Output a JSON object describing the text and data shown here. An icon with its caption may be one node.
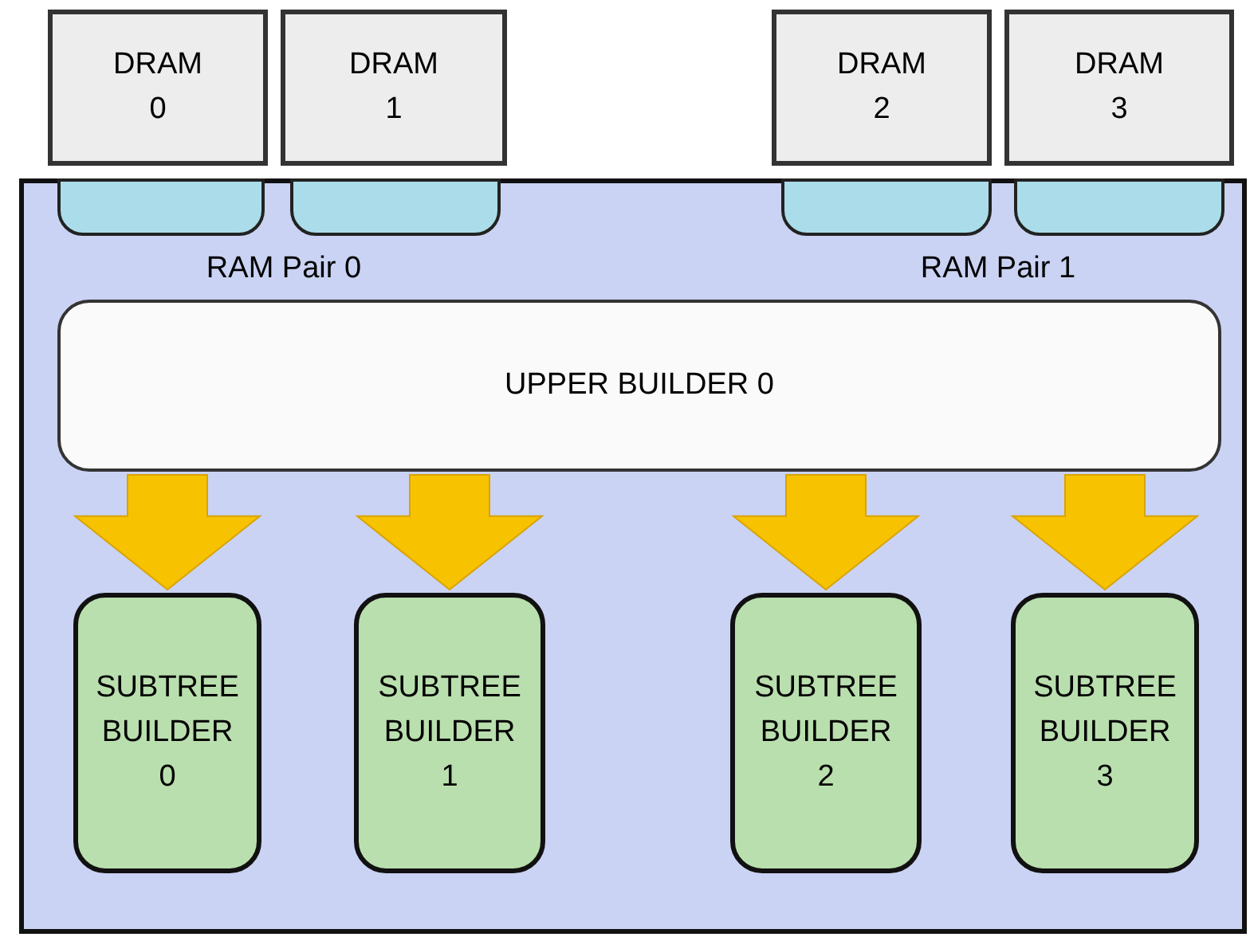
{
  "diagram": {
    "nodes": [
      {
        "text": [],
        "shape": "box"
      },
      {
        "text": [
          "DRAM 0"
        ]
      },
      {
        "text": [
          "DRAM 1"
        ]
      },
      {
        "text": [
          "DRAM 2"
        ]
      },
      {
        "text": [
          "DRAM 3"
        ]
      },
      {
        "text": [],
        "shape": "box",
        "in": 0
      },
      {
        "text": [],
        "shape": "box",
        "in": 0
      },
      {
        "text": [],
        "shape": "box",
        "in": 0
      },
      {
        "text": [],
        "shape": "box",
        "in": 0
      },
      {
        "text": [
          "UPPER BUILDER 0"
        ],
        "in": 0
      },
      {
        "text": [
          "SUBTREE BUILDER 0"
        ],
        "in": 0
      },
      {
        "text": [
          "SUBTREE BUILDER 1"
        ],
        "in": 0
      },
      {
        "text": [
          "SUBTREE BUILDER 2"
        ],
        "in": 0
      },
      {
        "text": [
          "SUBTREE BUILDER 3"
        ],
        "in": 0
      }
    ],
    "edges": [
      {
        "from": 9,
        "to": 10,
        "arrow": "to",
        "style": "thick",
        "color": "#f7c200"
      },
      {
        "from": 9,
        "to": 11,
        "arrow": "to",
        "style": "thick",
        "color": "#f7c200"
      },
      {
        "from": 9,
        "to": 12,
        "arrow": "to",
        "style": "thick",
        "color": "#f7c200"
      },
      {
        "from": 9,
        "to": 13,
        "arrow": "to",
        "style": "thick",
        "color": "#f7c200"
      }
    ],
    "labels": [
      "RAM Pair 0",
      "RAM Pair 1"
    ]
  }
}
